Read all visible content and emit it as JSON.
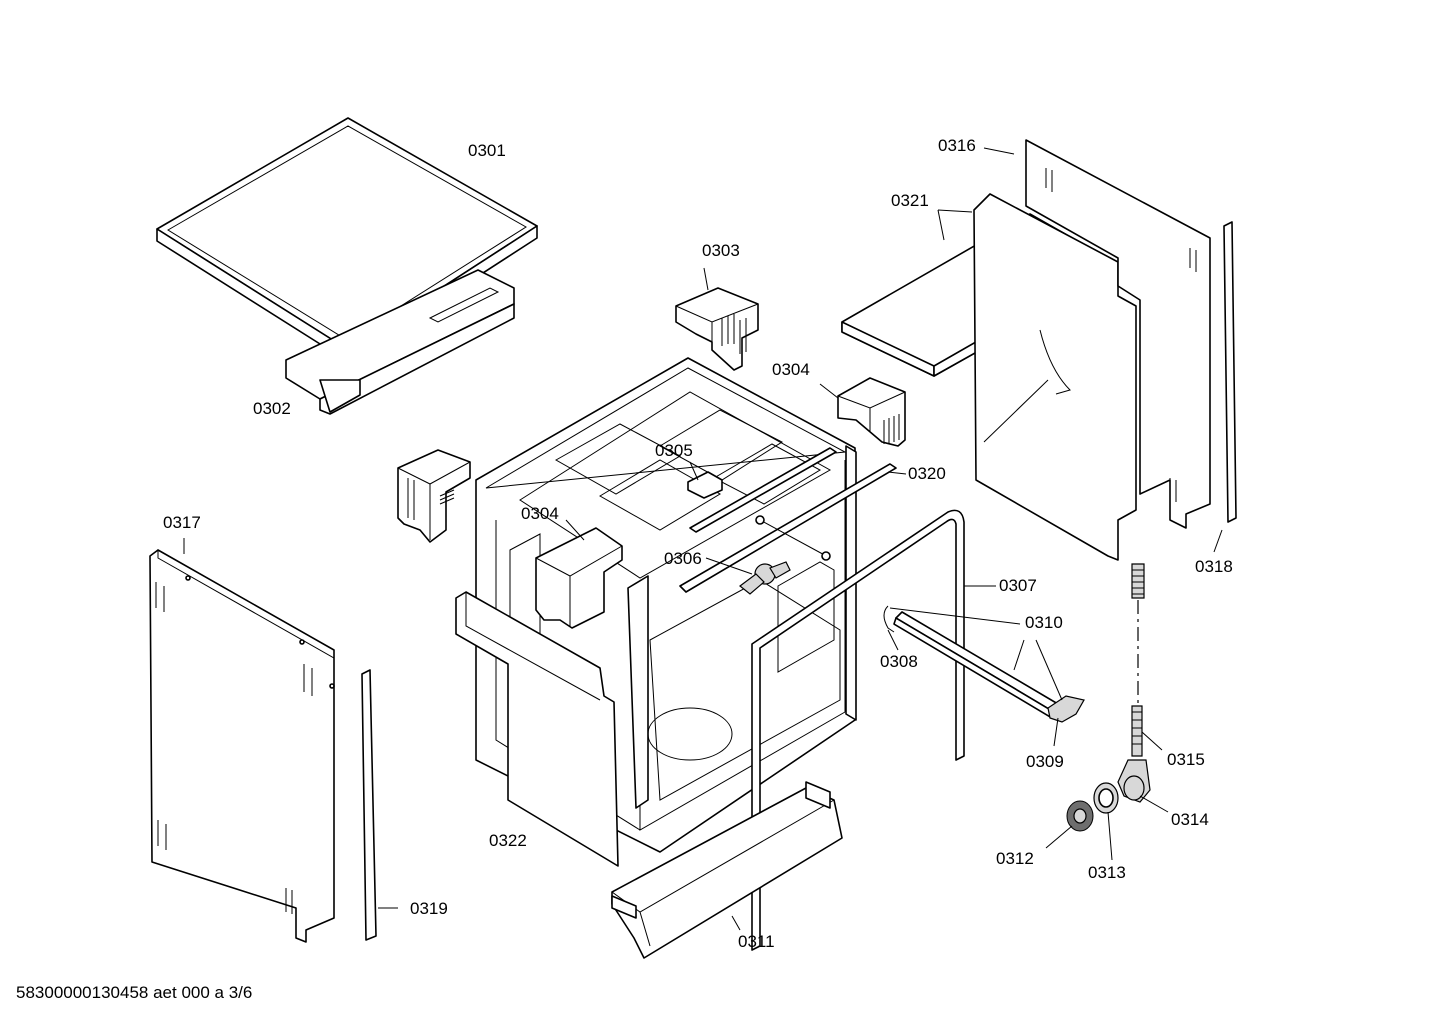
{
  "callouts": {
    "c0301": "0301",
    "c0302": "0302",
    "c0303": "0303",
    "c0304a": "0304",
    "c0304b": "0304",
    "c0305": "0305",
    "c0306": "0306",
    "c0307": "0307",
    "c0308": "0308",
    "c0309": "0309",
    "c0310": "0310",
    "c0311": "0311",
    "c0312": "0312",
    "c0313": "0313",
    "c0314": "0314",
    "c0315": "0315",
    "c0316": "0316",
    "c0317": "0317",
    "c0318": "0318",
    "c0319": "0319",
    "c0320": "0320",
    "c0321": "0321",
    "c0322": "0322"
  },
  "footer": {
    "document_id": "58300000130458 aet 000 a 3/6"
  }
}
